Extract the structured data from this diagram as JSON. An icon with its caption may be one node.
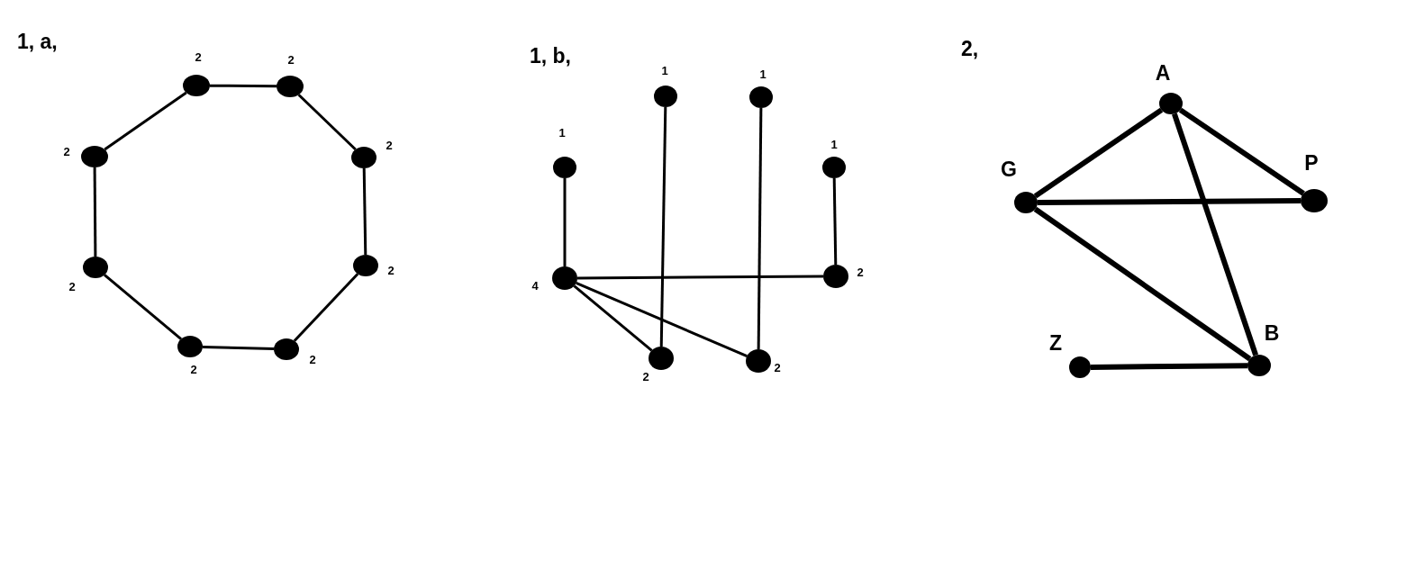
{
  "diagram": {
    "nodes": [
      {
        "text": [],
        "shape": "circle",
        "beside": [
          "2"
        ]
      },
      {
        "text": [],
        "shape": "circle",
        "beside": [
          "2"
        ]
      },
      {
        "text": [],
        "shape": "circle",
        "beside": [
          "2"
        ]
      },
      {
        "text": [],
        "shape": "circle",
        "beside": [
          "2"
        ]
      },
      {
        "text": [],
        "shape": "circle",
        "beside": [
          "2"
        ]
      },
      {
        "text": [],
        "shape": "circle",
        "beside": [
          "2"
        ]
      },
      {
        "text": [],
        "shape": "circle",
        "beside": [
          "2"
        ]
      },
      {
        "text": [],
        "shape": "circle",
        "beside": [
          "2"
        ]
      },
      {
        "text": [],
        "shape": "circle",
        "beside": [
          "1"
        ]
      },
      {
        "text": [],
        "shape": "circle",
        "beside": [
          "1"
        ]
      },
      {
        "text": [],
        "shape": "circle",
        "beside": [
          "1"
        ]
      },
      {
        "text": [],
        "shape": "circle",
        "beside": [
          "1"
        ]
      },
      {
        "text": [],
        "shape": "circle",
        "beside": [
          "4"
        ]
      },
      {
        "text": [],
        "shape": "circle",
        "beside": [
          "2"
        ]
      },
      {
        "text": [],
        "shape": "circle",
        "beside": [
          "2"
        ]
      },
      {
        "text": [],
        "shape": "circle",
        "beside": [
          "2"
        ]
      },
      {
        "text": [],
        "shape": "circle",
        "beside": [
          "A"
        ]
      },
      {
        "text": [],
        "shape": "circle",
        "beside": [
          "G"
        ]
      },
      {
        "text": [],
        "shape": "circle",
        "beside": [
          "P"
        ]
      },
      {
        "text": [],
        "shape": "circle",
        "beside": [
          "Z"
        ]
      },
      {
        "text": [],
        "shape": "circle",
        "beside": [
          "B"
        ]
      }
    ],
    "edges": [
      {
        "from": 0,
        "to": 1,
        "arrow": "none"
      },
      {
        "from": 1,
        "to": 2,
        "arrow": "none"
      },
      {
        "from": 2,
        "to": 3,
        "arrow": "none"
      },
      {
        "from": 3,
        "to": 4,
        "arrow": "none"
      },
      {
        "from": 4,
        "to": 5,
        "arrow": "none"
      },
      {
        "from": 5,
        "to": 6,
        "arrow": "none"
      },
      {
        "from": 6,
        "to": 7,
        "arrow": "none"
      },
      {
        "from": 7,
        "to": 0,
        "arrow": "none"
      },
      {
        "from": 8,
        "to": 12,
        "arrow": "none"
      },
      {
        "from": 9,
        "to": 14,
        "arrow": "none"
      },
      {
        "from": 10,
        "to": 15,
        "arrow": "none"
      },
      {
        "from": 11,
        "to": 13,
        "arrow": "none"
      },
      {
        "from": 12,
        "to": 13,
        "arrow": "none"
      },
      {
        "from": 12,
        "to": 14,
        "arrow": "none"
      },
      {
        "from": 12,
        "to": 15,
        "arrow": "none"
      },
      {
        "from": 16,
        "to": 17,
        "arrow": "none",
        "style": "thick"
      },
      {
        "from": 16,
        "to": 18,
        "arrow": "none",
        "style": "thick"
      },
      {
        "from": 16,
        "to": 20,
        "arrow": "none",
        "style": "thick"
      },
      {
        "from": 17,
        "to": 18,
        "arrow": "none",
        "style": "thick"
      },
      {
        "from": 17,
        "to": 20,
        "arrow": "none",
        "style": "thick"
      },
      {
        "from": 19,
        "to": 20,
        "arrow": "none",
        "style": "thick"
      }
    ],
    "labels": [
      "1, a,",
      "1, b,",
      "2,"
    ]
  }
}
